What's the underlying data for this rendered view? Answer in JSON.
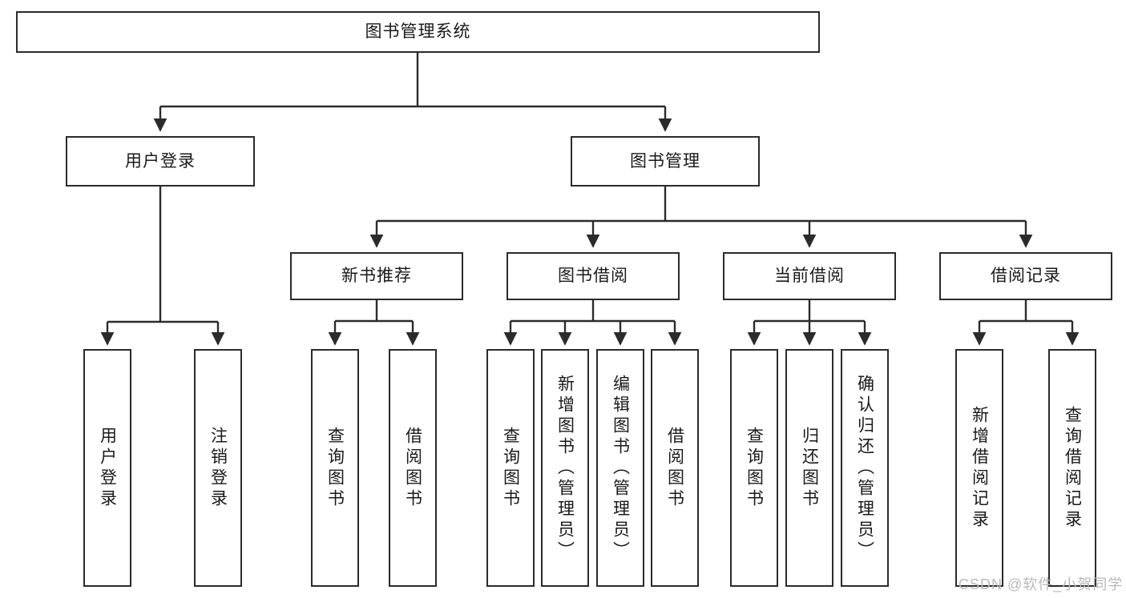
{
  "diagram": {
    "title": "图书管理系统",
    "watermark": "CSDN @软件_小贺同学",
    "colors": {
      "box_border": "#2b2b2b",
      "box_fill": "#ffffff",
      "connector": "#2b2b2b",
      "text": "#1a1a1a",
      "watermark": "#b9b9b9"
    },
    "levels": {
      "root": {
        "label": "图书管理系统"
      },
      "level2": [
        {
          "label": "用户登录"
        },
        {
          "label": "图书管理"
        }
      ],
      "level3": [
        {
          "label": "新书推荐"
        },
        {
          "label": "图书借阅"
        },
        {
          "label": "当前借阅"
        },
        {
          "label": "借阅记录"
        }
      ],
      "leaves": {
        "user_login": [
          {
            "label": "用户登录"
          },
          {
            "label": "注销登录"
          }
        ],
        "new_book_recommend": [
          {
            "label": "查询图书"
          },
          {
            "label": "借阅图书"
          }
        ],
        "book_borrow": [
          {
            "label": "查询图书"
          },
          {
            "label": "新增图书（管理员）"
          },
          {
            "label": "编辑图书（管理员）"
          },
          {
            "label": "借阅图书"
          }
        ],
        "current_borrow": [
          {
            "label": "查询图书"
          },
          {
            "label": "归还图书"
          },
          {
            "label": "确认归还（管理员）"
          }
        ],
        "borrow_record": [
          {
            "label": "新增借阅记录"
          },
          {
            "label": "查询借阅记录"
          }
        ]
      }
    }
  }
}
